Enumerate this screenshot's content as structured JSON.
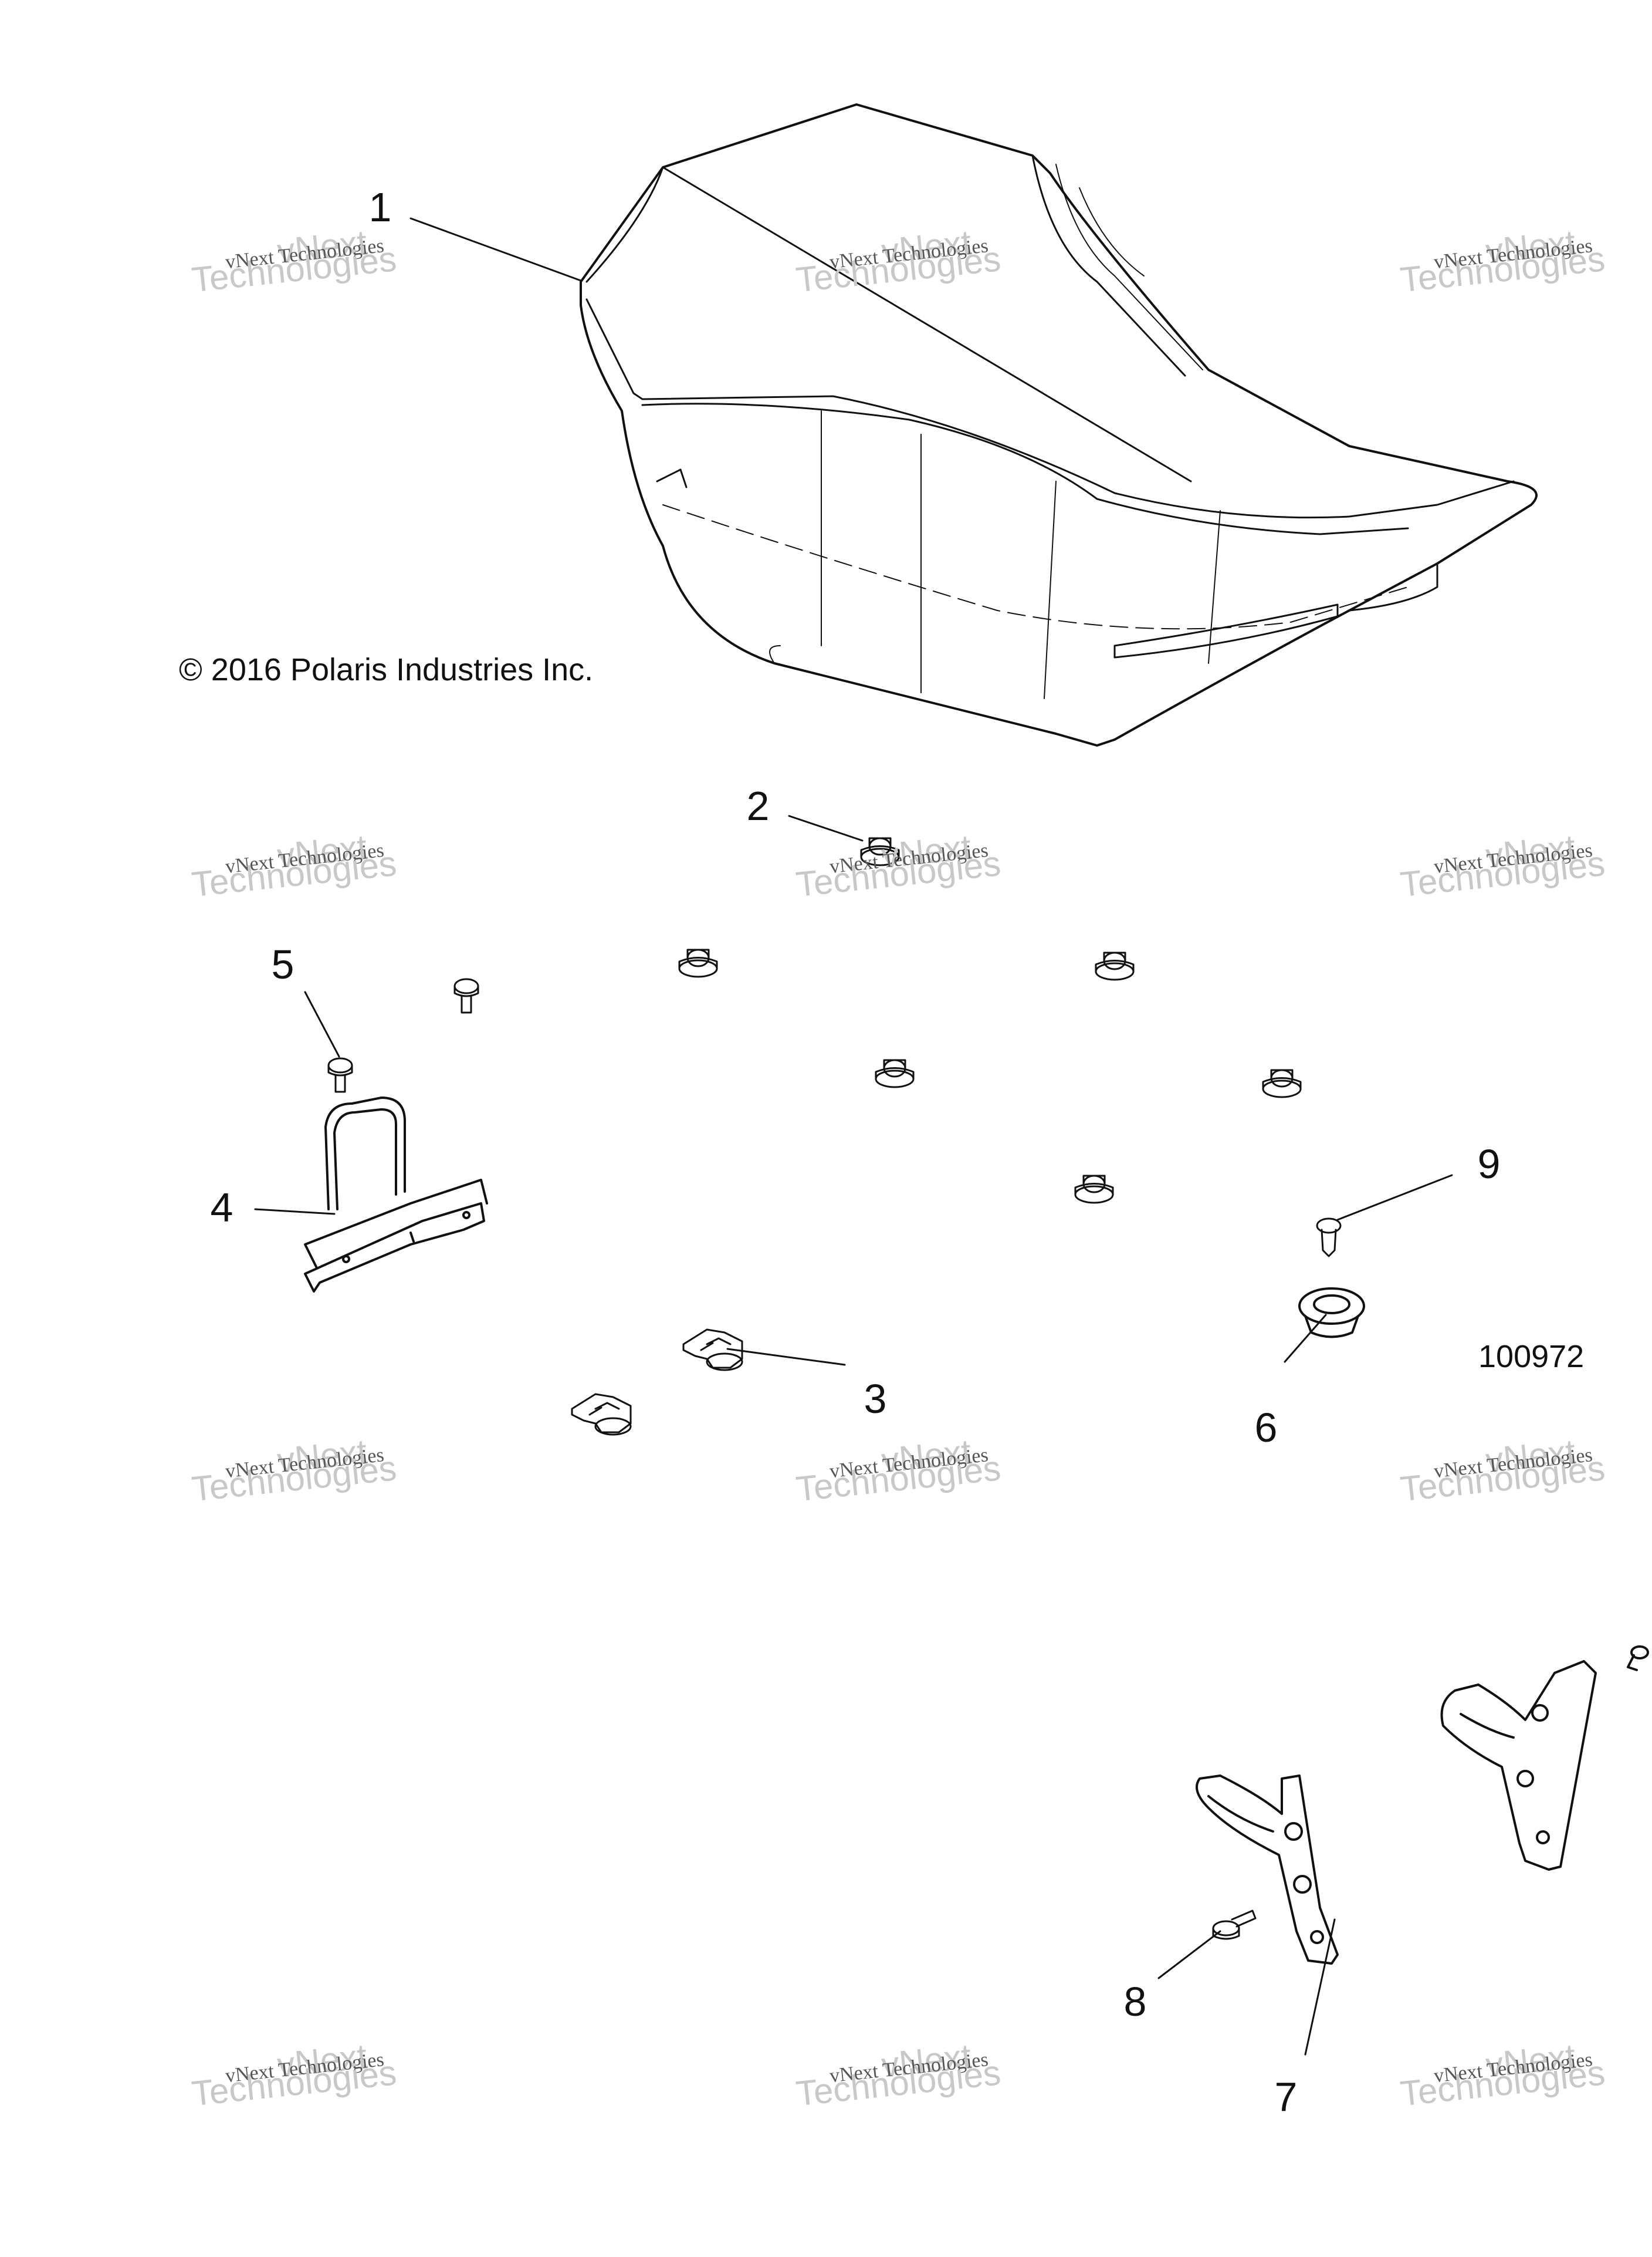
{
  "copyright": "© 2016 Polaris Industries Inc.",
  "drawing_number": "100972",
  "watermark": {
    "line1": "vNext",
    "line2": "vNext Technologies",
    "line3": "Technologies"
  },
  "callouts": [
    {
      "id": "1",
      "label": "1"
    },
    {
      "id": "2",
      "label": "2"
    },
    {
      "id": "3",
      "label": "3"
    },
    {
      "id": "4",
      "label": "4"
    },
    {
      "id": "5",
      "label": "5"
    },
    {
      "id": "6",
      "label": "6"
    },
    {
      "id": "7",
      "label": "7"
    },
    {
      "id": "8",
      "label": "8"
    },
    {
      "id": "9",
      "label": "9"
    }
  ],
  "colors": {
    "line": "#111111",
    "watermark": "#c8c8c8",
    "background": "#ffffff"
  }
}
